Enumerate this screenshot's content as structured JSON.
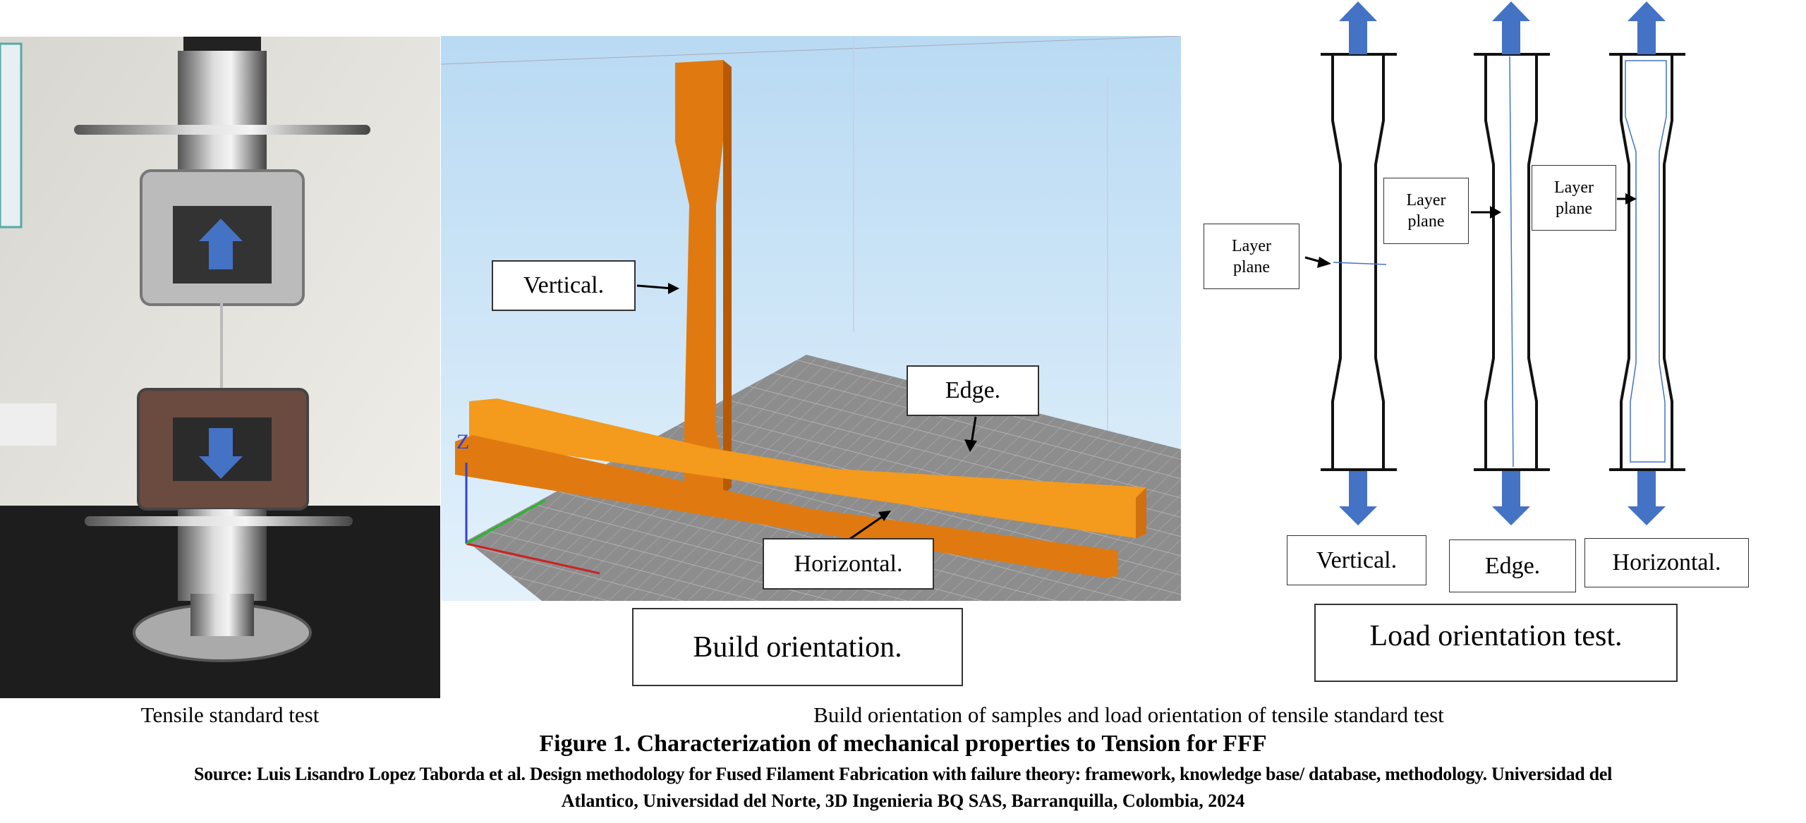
{
  "panels": {
    "photo": {
      "caption": "Tensile standard test"
    },
    "build": {
      "labels": {
        "vertical": "Vertical.",
        "edge": "Edge.",
        "horizontal": "Horizontal."
      },
      "axis_z": "Z",
      "title": "Build orientation."
    },
    "load": {
      "layer_plane": "Layer plane",
      "labels": {
        "vertical": "Vertical.",
        "edge": "Edge.",
        "horizontal": "Horizontal."
      },
      "title": "Load orientation test."
    },
    "shared_caption": "Build orientation of samples and load orientation of tensile standard test"
  },
  "figure_title": "Figure 1. Characterization of mechanical properties to Tension for FFF",
  "source_line1": "Source: Luis Lisandro Lopez Taborda et al. Design methodology for Fused Filament Fabrication with failure theory: framework, knowledge base/ database, methodology. Universidad del",
  "source_line2": "Atlantico, Universidad del Norte, 3D Ingenieria BQ SAS, Barranquilla, Colombia, 2024",
  "colors": {
    "arrow_blue": "#4472c4",
    "orange": "#e07a10",
    "sky": "#cfe6f8"
  }
}
